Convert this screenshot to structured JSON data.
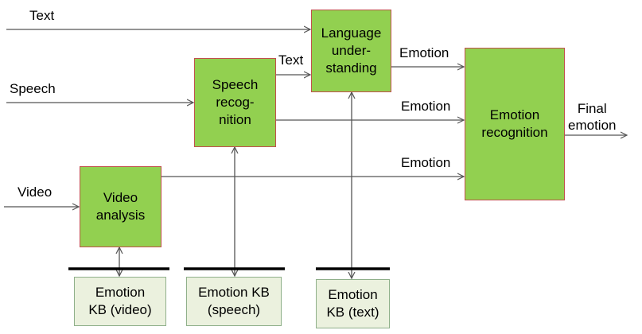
{
  "inputs": {
    "text": "Text",
    "speech": "Speech",
    "video": "Video"
  },
  "blocks": {
    "language": "Language\nunder-\nstanding",
    "speech_recognition": "Speech\nrecog-\nnition",
    "video_analysis": "Video\nanalysis",
    "emotion_recognition": "Emotion\nrecognition"
  },
  "knowledge_bases": {
    "video": "Emotion\nKB (video)",
    "speech": "Emotion KB\n(speech)",
    "text": "Emotion\nKB (text)"
  },
  "edge_labels": {
    "text_out": "Text",
    "emotion_language": "Emotion",
    "emotion_speech": "Emotion",
    "emotion_video": "Emotion",
    "final_output": "Final\nemotion"
  },
  "colors": {
    "block_fill": "#92d050",
    "block_border": "#c0504d",
    "kb_fill": "#ebf1de",
    "kb_border": "#8fb08a",
    "line": "#555555"
  }
}
